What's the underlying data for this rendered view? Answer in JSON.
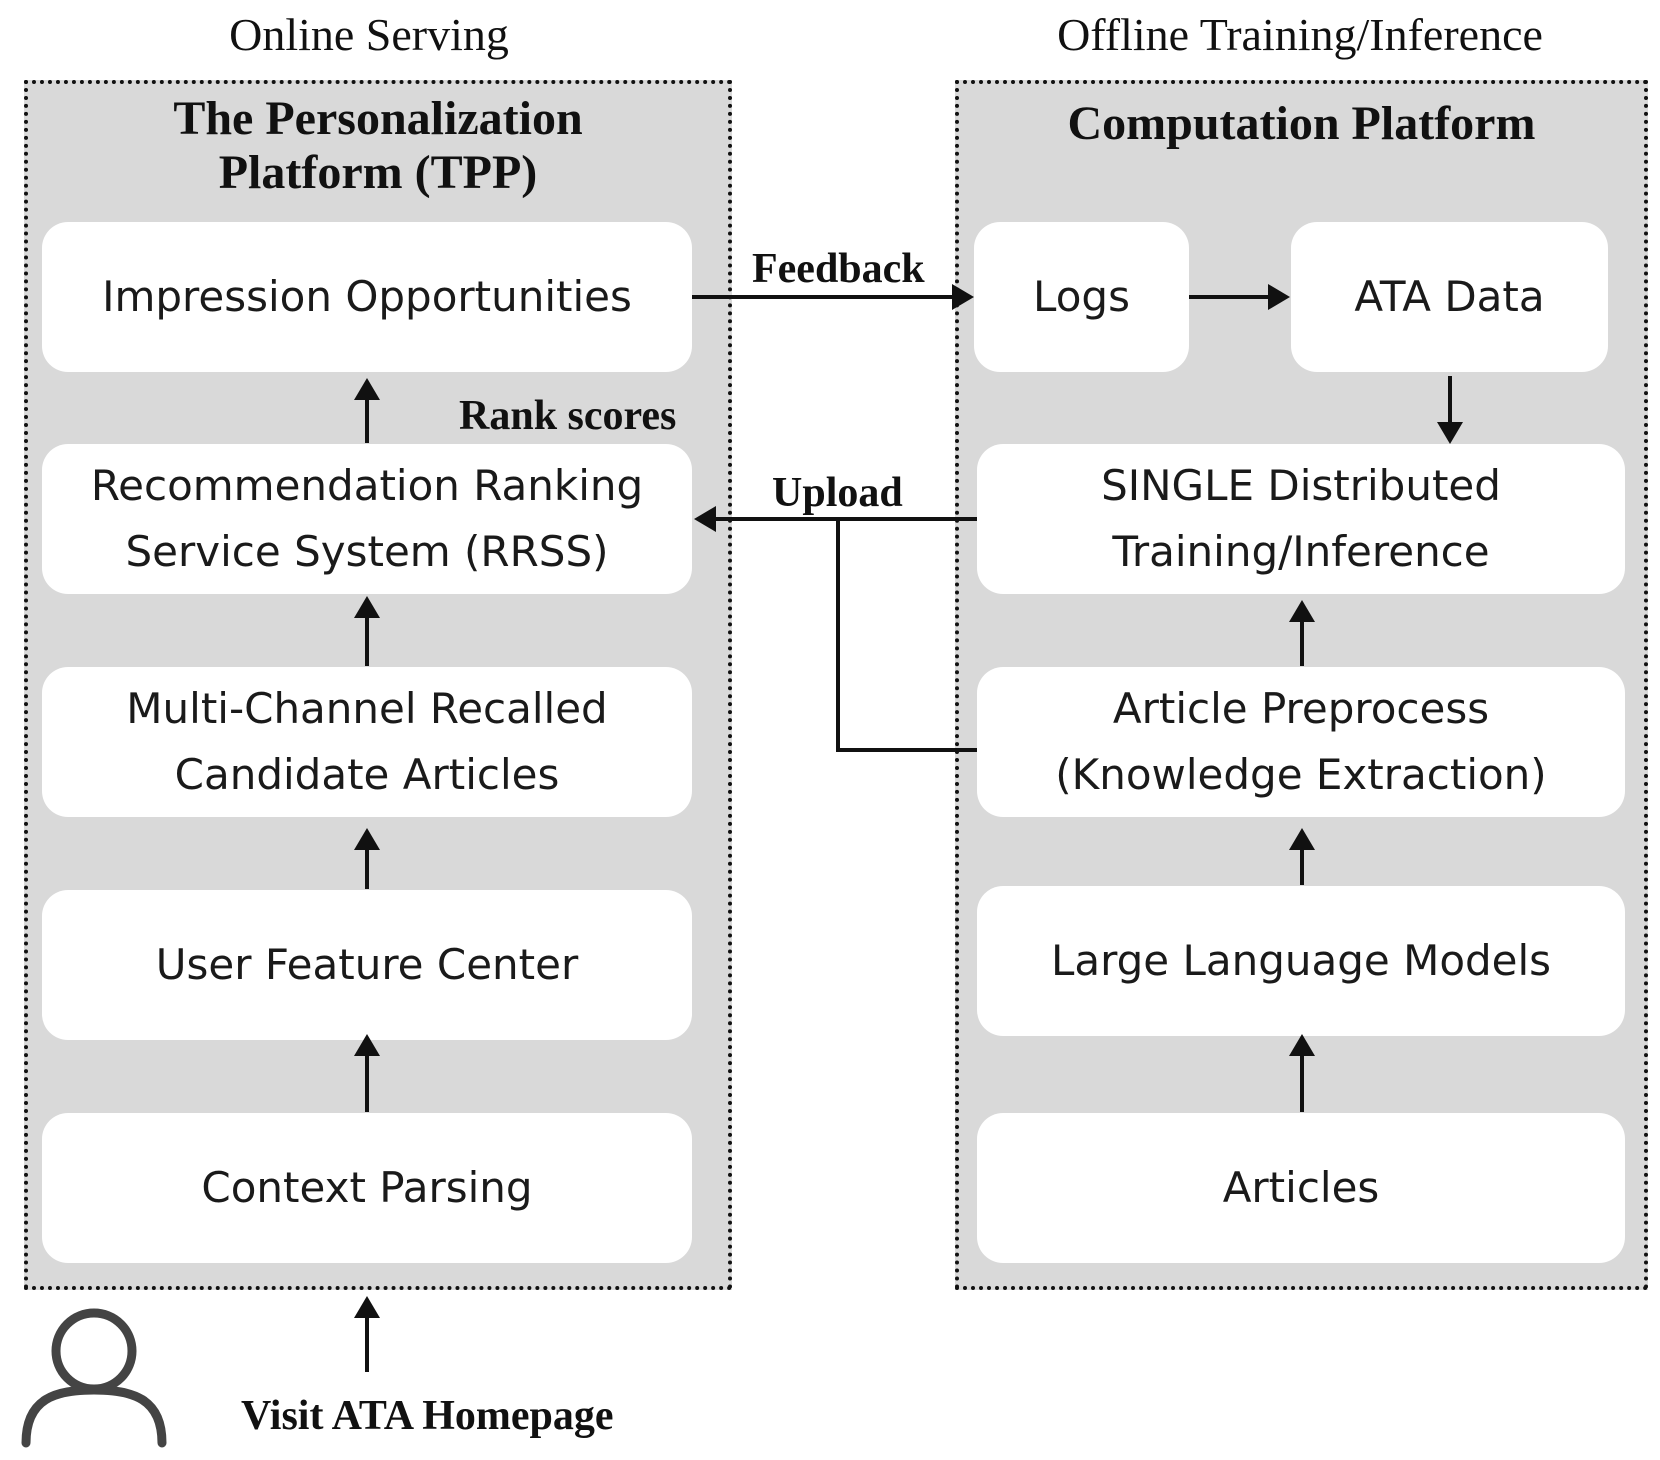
{
  "sections": {
    "online_title": "Online Serving",
    "offline_title": "Offline Training/Inference"
  },
  "left_panel": {
    "title_line1": "The Personalization",
    "title_line2": "Platform (TPP)",
    "boxes": {
      "impression": "Impression Opportunities",
      "rrss_line1": "Recommendation Ranking",
      "rrss_line2": "Service System (RRSS)",
      "recall_line1": "Multi-Channel Recalled",
      "recall_line2": "Candidate Articles",
      "user_feature": "User Feature Center",
      "context": "Context Parsing"
    }
  },
  "right_panel": {
    "title": "Computation Platform",
    "boxes": {
      "logs": "Logs",
      "ata_data": "ATA Data",
      "single_line1": "SINGLE Distributed",
      "single_line2": "Training/Inference",
      "preprocess_line1": "Article Preprocess",
      "preprocess_line2": "(Knowledge Extraction)",
      "llm": "Large Language Models",
      "articles": "Articles"
    }
  },
  "edge_labels": {
    "feedback": "Feedback",
    "rank_scores": "Rank scores",
    "upload": "Upload",
    "visit": "Visit ATA Homepage"
  },
  "icons": {
    "user": "user-icon"
  }
}
